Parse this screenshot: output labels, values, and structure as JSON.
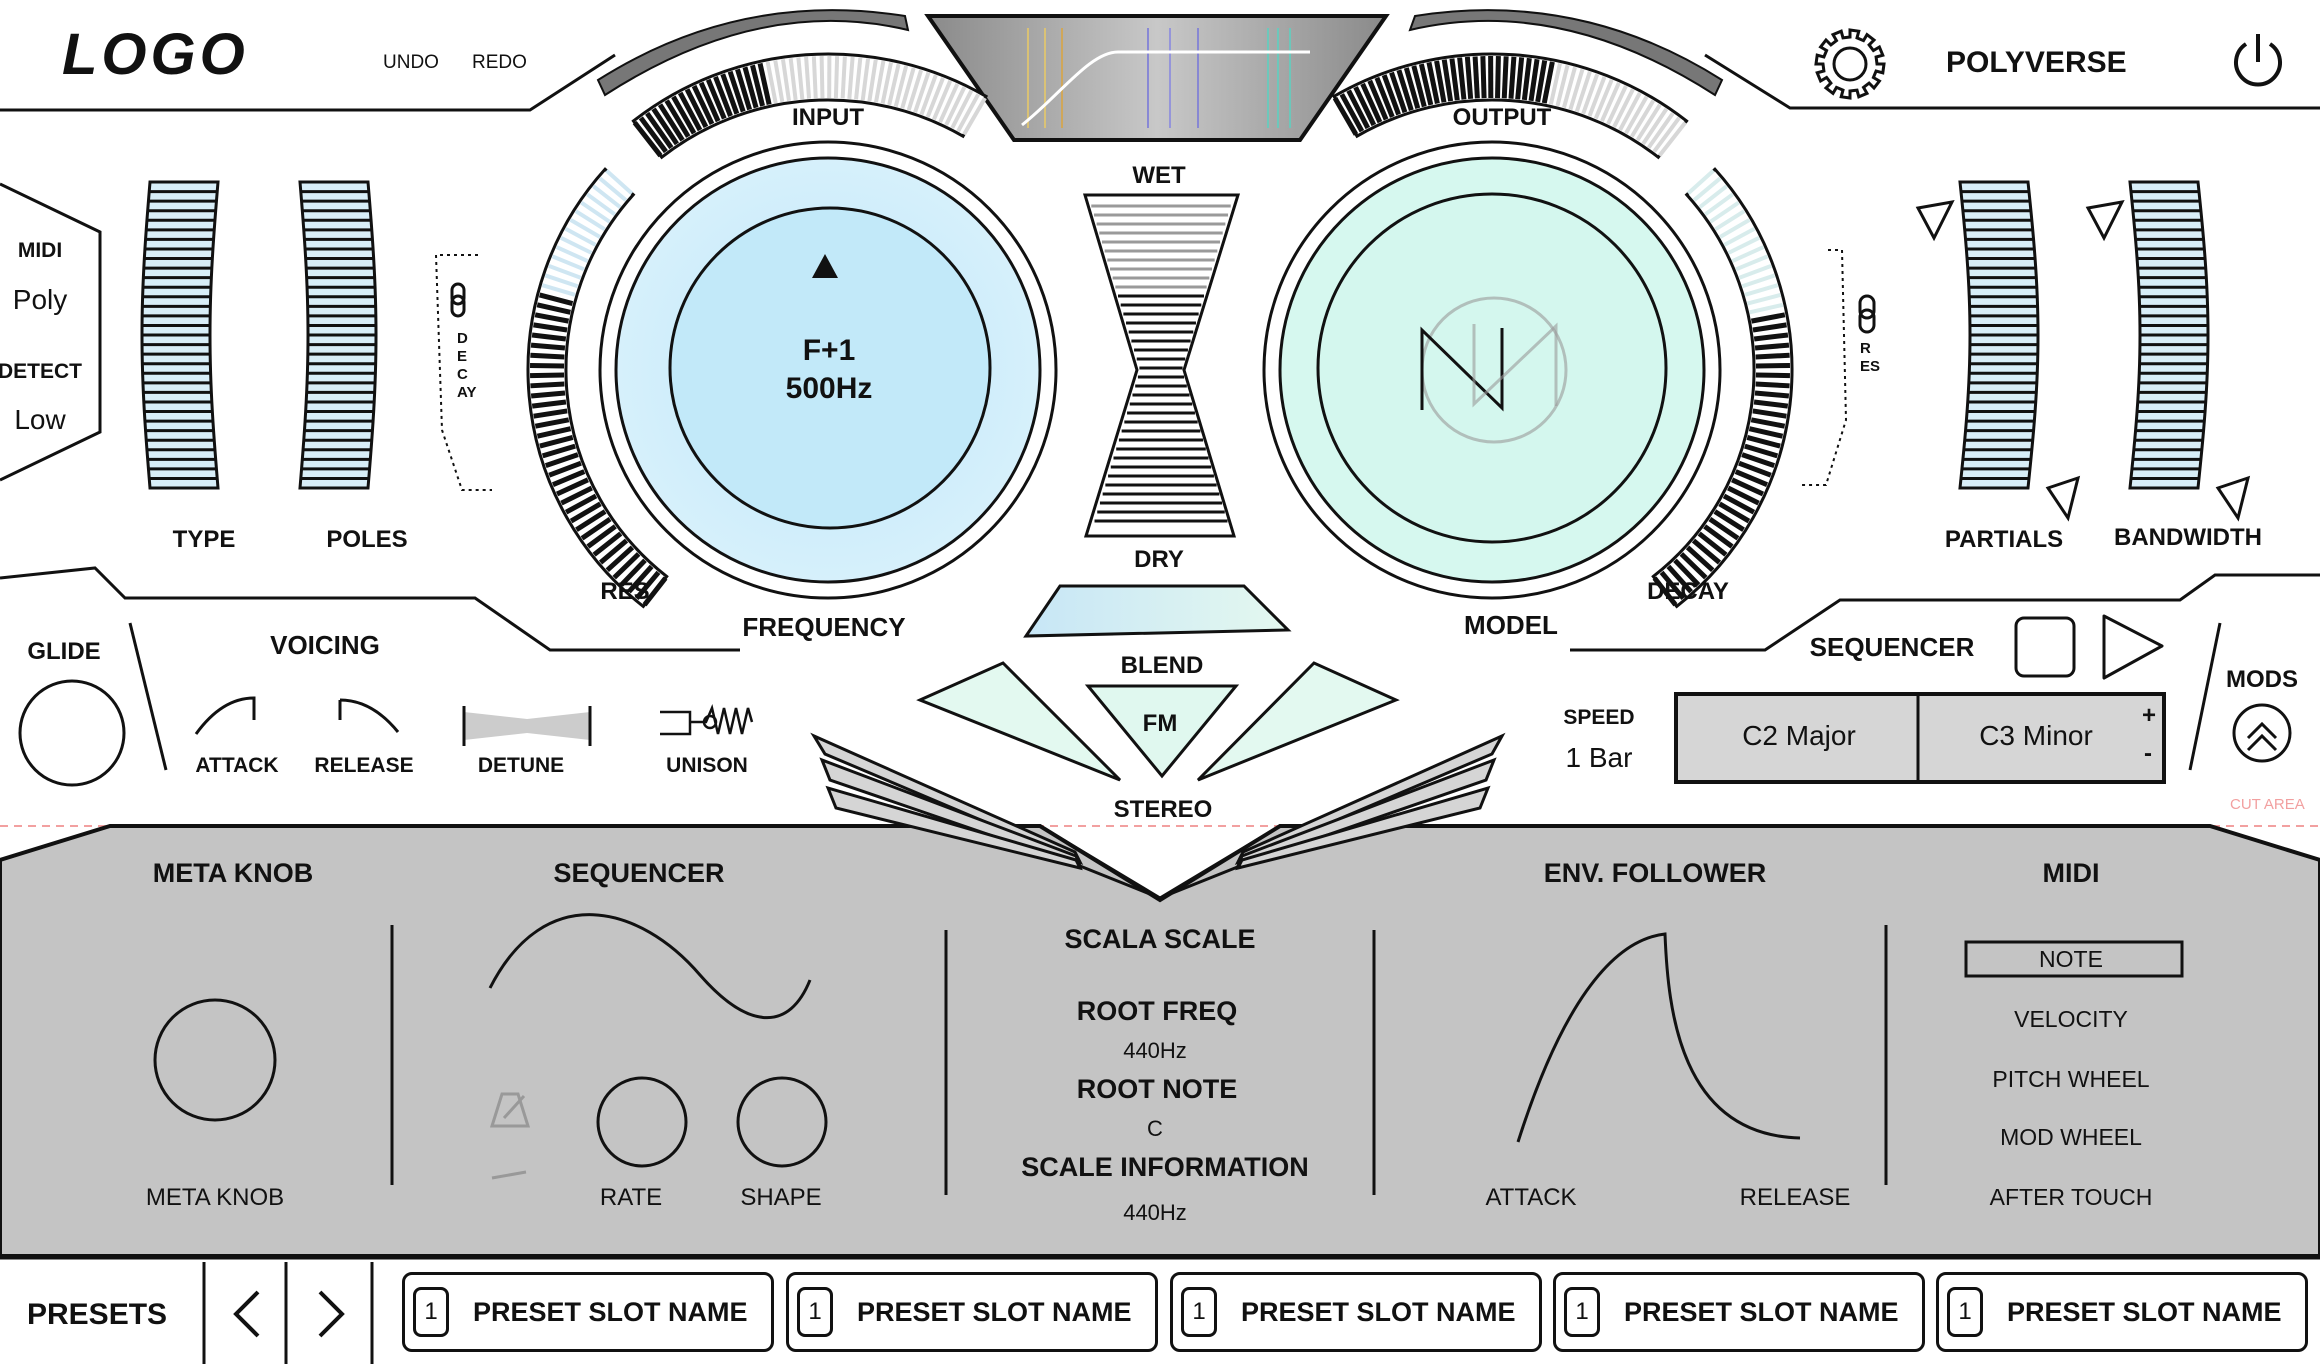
{
  "header": {
    "logo": "LOGO",
    "undo_label": "UNDO",
    "redo_label": "REDO",
    "product_name": "POLYVERSE",
    "settings_icon": "gear-icon",
    "power_icon": "power-icon"
  },
  "midi_box": {
    "midi_label": "MIDI",
    "midi_value": "Poly",
    "detect_label": "DETECT",
    "detect_value": "Low"
  },
  "knobs": {
    "type_label": "TYPE",
    "poles_label": "POLES",
    "res_label": "RES",
    "decay_vertical": "DECAY",
    "input_label": "INPUT",
    "output_label": "OUTPUT",
    "frequency_label": "FREQUENCY",
    "model_label": "MODEL",
    "decay_label": "DECAY",
    "res_vertical": "RES",
    "partials_label": "PARTIALS",
    "bandwidth_label": "BANDWIDTH"
  },
  "frequency_display": {
    "line1": "F+1",
    "line2": "500Hz"
  },
  "center": {
    "wet_label": "WET",
    "dry_label": "DRY",
    "blend_label": "BLEND",
    "fm_label": "FM",
    "stereo_label": "STEREO",
    "cut_area": "CUT AREA"
  },
  "voicing": {
    "glide_label": "GLIDE",
    "voicing_label": "VOICING",
    "attack_label": "ATTACK",
    "release_label": "RELEASE",
    "detune_label": "DETUNE",
    "unison_label": "UNISON"
  },
  "sequencer_top": {
    "title": "SEQUENCER",
    "speed_label": "SPEED",
    "speed_value": "1 Bar",
    "slots": [
      "C2 Major",
      "C3 Minor"
    ],
    "plus": "+",
    "minus": "-",
    "mods_label": "MODS"
  },
  "bottom_panel": {
    "meta_knob_title": "META KNOB",
    "meta_knob_label": "META KNOB",
    "sequencer_title": "SEQUENCER",
    "rate_label": "RATE",
    "shape_label": "SHAPE",
    "scala_title": "SCALA SCALE",
    "root_freq_label": "ROOT FREQ",
    "root_freq_value": "440Hz",
    "root_note_label": "ROOT NOTE",
    "root_note_value": "C",
    "scale_info_label": "SCALE INFORMATION",
    "scale_info_value": "440Hz",
    "env_title": "ENV. FOLLOWER",
    "env_attack_label": "ATTACK",
    "env_release_label": "RELEASE",
    "midi_title": "MIDI",
    "midi_options": [
      "NOTE",
      "VELOCITY",
      "PITCH WHEEL",
      "MOD WHEEL",
      "AFTER TOUCH"
    ],
    "midi_selected": "NOTE"
  },
  "presets": {
    "label": "PRESETS",
    "slots": [
      {
        "num": "1",
        "name": "PRESET SLOT NAME"
      },
      {
        "num": "1",
        "name": "PRESET SLOT NAME"
      },
      {
        "num": "1",
        "name": "PRESET SLOT NAME"
      },
      {
        "num": "1",
        "name": "PRESET SLOT NAME"
      },
      {
        "num": "1",
        "name": "PRESET SLOT NAME"
      }
    ]
  },
  "colors": {
    "frequency_fill": "#c5e9f8",
    "model_fill": "#d6f8ef",
    "bar_fill": "#d8eef8",
    "panel_gray": "#c4c4c4",
    "cut_area": "#f2a0a0"
  }
}
